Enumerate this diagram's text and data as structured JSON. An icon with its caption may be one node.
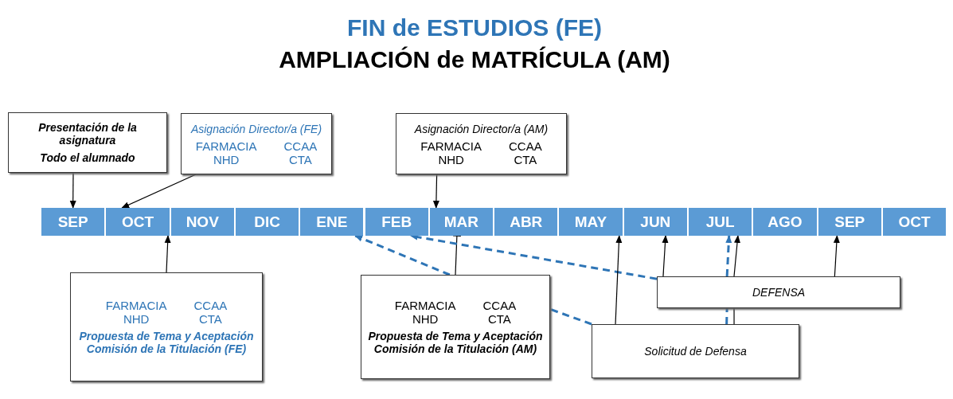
{
  "diagram": {
    "title": "FIN de ESTUDIOS (FE)",
    "nodes": [
      {
        "text": [
          "Presentación de la asignatura",
          "Todo el alumnado"
        ]
      },
      {
        "text": [
          "Asignación Director/a (FE)",
          "FARMACIA",
          "CCAA",
          "NHD",
          "CTA"
        ]
      },
      {
        "text": [
          "Asignación Director/a (AM)",
          "FARMACIA",
          "CCAA",
          "NHD",
          "CTA"
        ]
      },
      {
        "text": [
          "SEP"
        ]
      },
      {
        "text": [
          "OCT"
        ]
      },
      {
        "text": [
          "NOV"
        ]
      },
      {
        "text": [
          "DIC"
        ]
      },
      {
        "text": [
          "ENE"
        ]
      },
      {
        "text": [
          "FEB"
        ]
      },
      {
        "text": [
          "MAR"
        ]
      },
      {
        "text": [
          "ABR"
        ]
      },
      {
        "text": [
          "MAY"
        ]
      },
      {
        "text": [
          "JUN"
        ]
      },
      {
        "text": [
          "JUL"
        ]
      },
      {
        "text": [
          "AGO"
        ]
      },
      {
        "text": [
          "SEP"
        ]
      },
      {
        "text": [
          "OCT"
        ]
      },
      {
        "text": [
          "FARMACIA",
          "CCAA",
          "NHD",
          "CTA",
          "Propuesta de Tema y Aceptación Comisión de la Titulación (FE)"
        ]
      },
      {
        "text": [
          "FARMACIA",
          "CCAA",
          "NHD",
          "CTA",
          "Propuesta de Tema y Aceptación Comisión de la Titulación (AM)"
        ]
      },
      {
        "text": [
          "DEFENSA"
        ]
      },
      {
        "text": [
          "Solicitud de Defensa"
        ]
      }
    ],
    "edges": [
      {
        "from": 0,
        "to": 3,
        "arrow": "to"
      },
      {
        "from": 1,
        "to": 4,
        "arrow": "to"
      },
      {
        "from": 2,
        "to": 9,
        "arrow": "to"
      },
      {
        "from": 17,
        "to": 4,
        "arrow": "to"
      },
      {
        "from": 18,
        "to": 9,
        "arrow": "other"
      },
      {
        "from": 20,
        "to": 18,
        "arrow": "none",
        "style": "dashed",
        "color": "#2e75b6"
      },
      {
        "from": 18,
        "to": 7,
        "arrow": "to",
        "style": "dashed",
        "color": "#2e75b6"
      },
      {
        "from": 19,
        "to": 8,
        "arrow": "to",
        "style": "dashed",
        "color": "#2e75b6"
      },
      {
        "from": 20,
        "to": 11,
        "arrow": "to"
      },
      {
        "from": 19,
        "to": 12,
        "arrow": "to"
      },
      {
        "from": 20,
        "to": 19,
        "arrow": "none",
        "style": "dashed",
        "color": "#2e75b6"
      },
      {
        "from": 19,
        "to": 13,
        "arrow": "to",
        "style": "dashed",
        "color": "#2e75b6"
      },
      {
        "from": 20,
        "to": 19,
        "arrow": "none"
      },
      {
        "from": 19,
        "to": 13,
        "arrow": "to"
      },
      {
        "from": 19,
        "to": 15,
        "arrow": "to"
      }
    ],
    "labels": [
      "AMPLIACIÓN de MATRÍCULA (AM)"
    ]
  }
}
